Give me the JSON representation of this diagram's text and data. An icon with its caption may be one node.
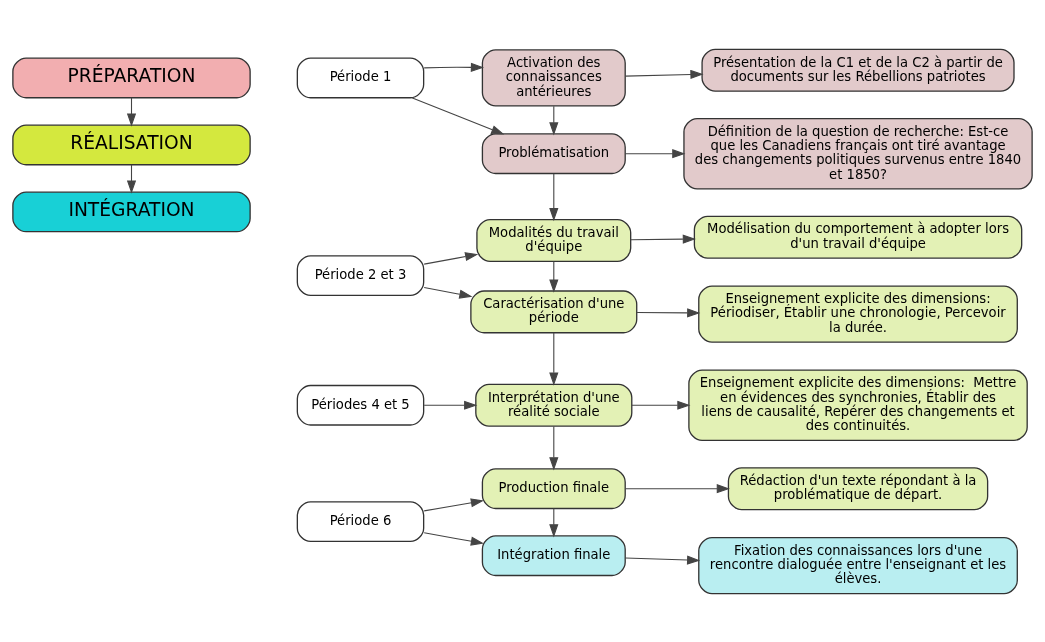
{
  "diagram": {
    "nodes": [
      {
        "text": [
          "PRÉPARATION"
        ]
      },
      {
        "text": [
          "RÉALISATION"
        ]
      },
      {
        "text": [
          "INTÉGRATION"
        ]
      },
      {
        "text": [
          "Période 1"
        ]
      },
      {
        "text": [
          "Période 2 et 3"
        ]
      },
      {
        "text": [
          "Périodes 4 et 5"
        ]
      },
      {
        "text": [
          "Période 6"
        ]
      },
      {
        "text": [
          "Activation des connaissances antérieures"
        ]
      },
      {
        "text": [
          "Problématisation"
        ]
      },
      {
        "text": [
          "Modalités du travail d'équipe"
        ]
      },
      {
        "text": [
          "Caractérisation d'une période"
        ]
      },
      {
        "text": [
          "Interprétation d'une réalité sociale"
        ]
      },
      {
        "text": [
          "Production finale"
        ]
      },
      {
        "text": [
          "Intégration finale"
        ]
      },
      {
        "text": [
          "Présentation de la C1 et de la C2 à partir de documents sur les Rébellions patriotes"
        ]
      },
      {
        "text": [
          "Définition de la question de recherche: Est-ce que les Canadiens français ont tiré avantage des changements politiques survenus entre 1840 et 1850?"
        ]
      },
      {
        "text": [
          "Modélisation du comportement à adopter lors d'un travail d'équipe"
        ]
      },
      {
        "text": [
          "Enseignement explicite des dimensions: Périodiser, Établir une chronologie, Percevoir la durée."
        ]
      },
      {
        "text": [
          "Enseignement explicite des dimensions:  Mettre en évidences des synchronies, Établir des liens de causalité, Repérer des changements et des continuités."
        ]
      },
      {
        "text": [
          "Rédaction d'un texte répondant à la problématique de départ."
        ]
      },
      {
        "text": [
          "Fixation des connaissances lors d'une rencontre dialoguée entre l'enseignant et les élèves."
        ]
      }
    ],
    "edges": [
      {
        "from": 0,
        "to": 1,
        "arrow": "to"
      },
      {
        "from": 1,
        "to": 2,
        "arrow": "to"
      },
      {
        "from": 3,
        "to": 7,
        "arrow": "to"
      },
      {
        "from": 3,
        "to": 8,
        "arrow": "to"
      },
      {
        "from": 4,
        "to": 9,
        "arrow": "to"
      },
      {
        "from": 4,
        "to": 10,
        "arrow": "to"
      },
      {
        "from": 5,
        "to": 11,
        "arrow": "to"
      },
      {
        "from": 6,
        "to": 12,
        "arrow": "to"
      },
      {
        "from": 6,
        "to": 13,
        "arrow": "to"
      },
      {
        "from": 7,
        "to": 8,
        "arrow": "to"
      },
      {
        "from": 8,
        "to": 9,
        "arrow": "to"
      },
      {
        "from": 9,
        "to": 10,
        "arrow": "to"
      },
      {
        "from": 10,
        "to": 11,
        "arrow": "to"
      },
      {
        "from": 11,
        "to": 12,
        "arrow": "to"
      },
      {
        "from": 12,
        "to": 13,
        "arrow": "to"
      },
      {
        "from": 7,
        "to": 14,
        "arrow": "to"
      },
      {
        "from": 8,
        "to": 15,
        "arrow": "to"
      },
      {
        "from": 9,
        "to": 16,
        "arrow": "to"
      },
      {
        "from": 10,
        "to": 17,
        "arrow": "to"
      },
      {
        "from": 11,
        "to": 18,
        "arrow": "to"
      },
      {
        "from": 12,
        "to": 19,
        "arrow": "to"
      },
      {
        "from": 13,
        "to": 20,
        "arrow": "to"
      }
    ]
  }
}
